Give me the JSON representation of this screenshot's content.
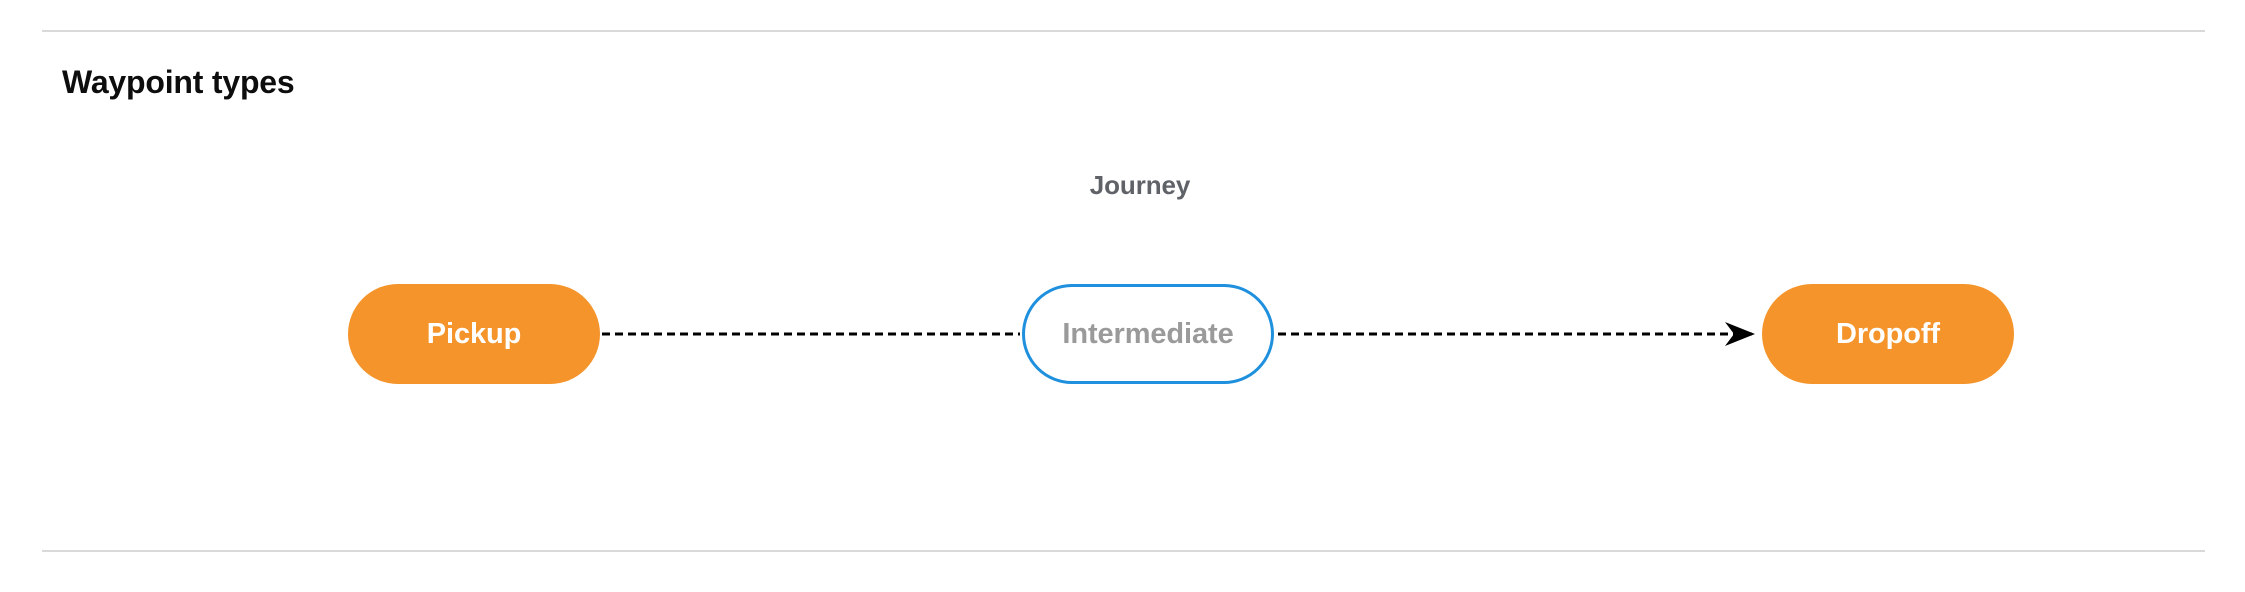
{
  "section": {
    "title": "Waypoint types"
  },
  "diagram": {
    "group_label": "Journey",
    "nodes": [
      {
        "id": "pickup",
        "label": "Pickup",
        "style": "filled",
        "fill": "#f4942a",
        "text_color": "#ffffff"
      },
      {
        "id": "intermediate",
        "label": "Intermediate",
        "style": "outlined",
        "fill": "#ffffff",
        "text_color": "#9a9a9a",
        "border_color": "#1e90dd"
      },
      {
        "id": "dropoff",
        "label": "Dropoff",
        "style": "filled",
        "fill": "#f4942a",
        "text_color": "#ffffff"
      }
    ],
    "edges": [
      {
        "from": "pickup",
        "to": "intermediate",
        "style": "dashed",
        "arrowhead": false,
        "color": "#000000"
      },
      {
        "from": "intermediate",
        "to": "dropoff",
        "style": "dashed",
        "arrowhead": true,
        "color": "#000000"
      }
    ]
  },
  "colors": {
    "divider": "#d9d9d9",
    "accent_orange": "#f4942a",
    "accent_blue": "#1e90dd",
    "title_text": "#0d0d0d",
    "label_text": "#5f6368"
  }
}
